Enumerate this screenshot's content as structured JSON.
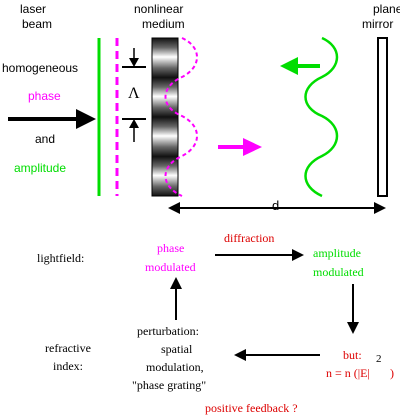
{
  "colors": {
    "black": "#000000",
    "magenta": "#ff00ff",
    "green": "#00dd00",
    "red": "#dd0000"
  },
  "labels": {
    "laser_beam_1": "laser",
    "laser_beam_2": "beam",
    "nonlinear_1": "nonlinear",
    "nonlinear_2": "medium",
    "mirror_1": "plane",
    "mirror_2": "mirror",
    "homogeneous": "homogeneous",
    "phase": "phase",
    "and": "and",
    "amplitude": "amplitude",
    "lambda": "Λ",
    "distance": "d"
  },
  "flow": {
    "lightfield_label": "lightfield:",
    "phase_mod_1": "phase",
    "phase_mod_2": "modulated",
    "diffraction": "diffraction",
    "amplitude_mod_1": "amplitude",
    "amplitude_mod_2": "modulated",
    "refractive_1": "refractive",
    "refractive_2": "index:",
    "perturbation_1": "perturbation:",
    "perturbation_2": "spatial",
    "perturbation_3": "modulation,",
    "perturbation_4": "\"phase grating\"",
    "but": "but:",
    "n_eq": "n = n (|E|",
    "n_close": ")",
    "n_exp": "2",
    "feedback": "positive feedback ?"
  }
}
